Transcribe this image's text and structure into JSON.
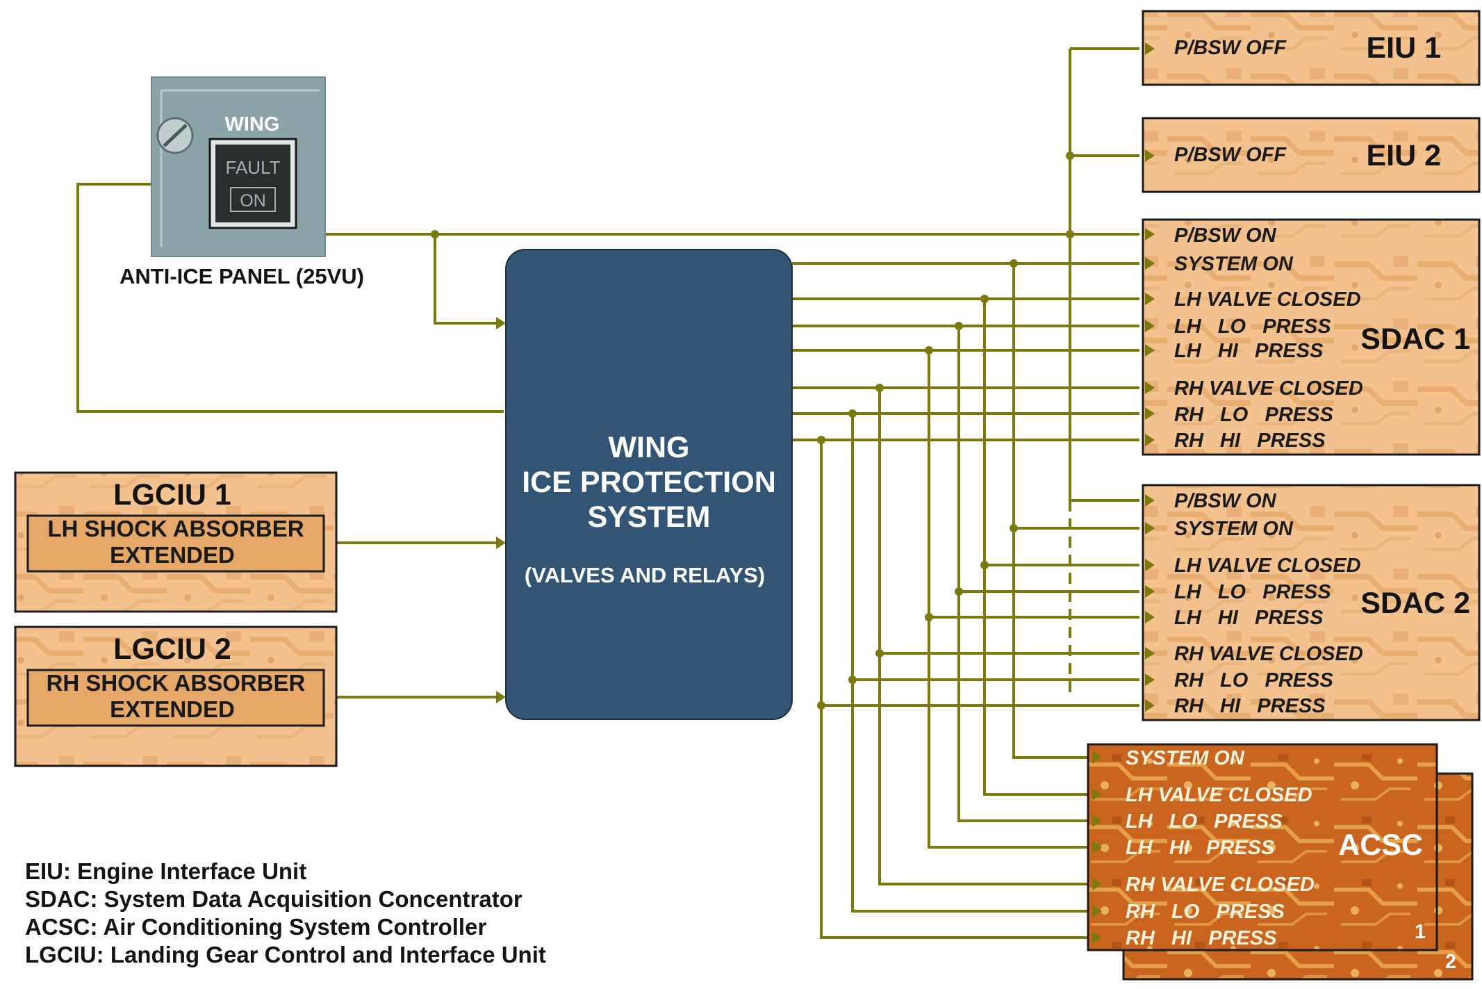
{
  "switch_panel": {
    "title": "WING",
    "fault_label": "FAULT",
    "on_label": "ON",
    "caption": "ANTI-ICE PANEL (25VU)"
  },
  "center_block": {
    "line1": "WING",
    "line2": "ICE PROTECTION",
    "line3": "SYSTEM",
    "subtitle": "(VALVES AND RELAYS)"
  },
  "lgciu1": {
    "title": "LGCIU 1",
    "line1": "LH SHOCK ABSORBER",
    "line2": "EXTENDED"
  },
  "lgciu2": {
    "title": "LGCIU 2",
    "line1": "RH SHOCK ABSORBER",
    "line2": "EXTENDED"
  },
  "eiu1": {
    "title": "EIU 1",
    "signal": "P/BSW OFF"
  },
  "eiu2": {
    "title": "EIU 2",
    "signal": "P/BSW OFF"
  },
  "sdac1": {
    "title": "SDAC 1",
    "signals": [
      "P/BSW ON",
      "SYSTEM ON",
      "LH VALVE CLOSED",
      "LH   LO   PRESS",
      "LH   HI   PRESS",
      "RH VALVE CLOSED",
      "RH   LO   PRESS",
      "RH   HI   PRESS"
    ]
  },
  "sdac2": {
    "title": "SDAC 2",
    "signals": [
      "P/BSW ON",
      "SYSTEM ON",
      "LH VALVE CLOSED",
      "LH   LO   PRESS",
      "LH   HI   PRESS",
      "RH VALVE CLOSED",
      "RH   LO   PRESS",
      "RH   HI   PRESS"
    ]
  },
  "acsc": {
    "title": "ACSC",
    "card1": "1",
    "card2": "2",
    "signals": [
      "SYSTEM ON",
      "LH VALVE CLOSED",
      "LH   LO   PRESS",
      "LH   HI   PRESS",
      "RH VALVE CLOSED",
      "RH   LO   PRESS",
      "RH   HI   PRESS"
    ]
  },
  "legend": [
    "EIU: Engine Interface Unit",
    "SDAC: System Data Acquisition Concentrator",
    "ACSC: Air Conditioning System Controller",
    "LGCIU: Landing Gear Control and Interface Unit"
  ],
  "colors": {
    "wire": "#7d7a0c",
    "center_block": "#325576",
    "board_light": "#f3c28e",
    "board_dark": "#c9651f"
  }
}
